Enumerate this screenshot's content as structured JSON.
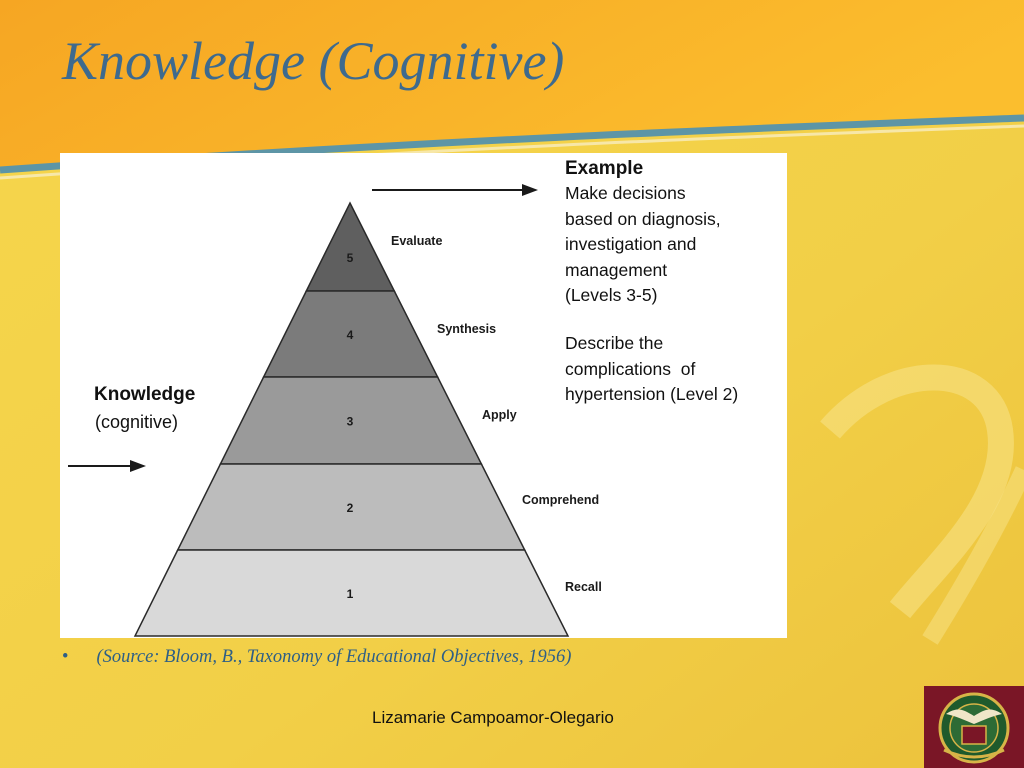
{
  "slide": {
    "title": "Knowledge (Cognitive)",
    "source_bullet": "•",
    "source": "(Source: Bloom, B., Taxonomy of Educational Objectives, 1956)",
    "author": "Lizamarie Campoamor-Olegario",
    "background_colors": {
      "orange": "#f7ad25",
      "yellow": "#f3d24a",
      "stripe": "#5d95a6",
      "maroon": "#7a1626",
      "title": "#3e6a8e"
    }
  },
  "diagram": {
    "side_label": {
      "title": "Knowledge",
      "subtitle": "(cognitive)"
    },
    "example": {
      "title": "Example",
      "text_1": "Make decisions\nbased on diagnosis,\ninvestigation and\nmanagement\n(Levels 3-5)",
      "text_2": "Describe the\ncomplications  of\nhypertension (Level 2)"
    },
    "levels": [
      {
        "number": "5",
        "label": "Evaluate",
        "color": "#5f5f5f"
      },
      {
        "number": "4",
        "label": "Synthesis",
        "color": "#7b7b7b"
      },
      {
        "number": "3",
        "label": "Apply",
        "color": "#9a9a9a"
      },
      {
        "number": "2",
        "label": "Comprehend",
        "color": "#bcbcbc"
      },
      {
        "number": "1",
        "label": "Recall",
        "color": "#d9d9d9"
      }
    ]
  }
}
